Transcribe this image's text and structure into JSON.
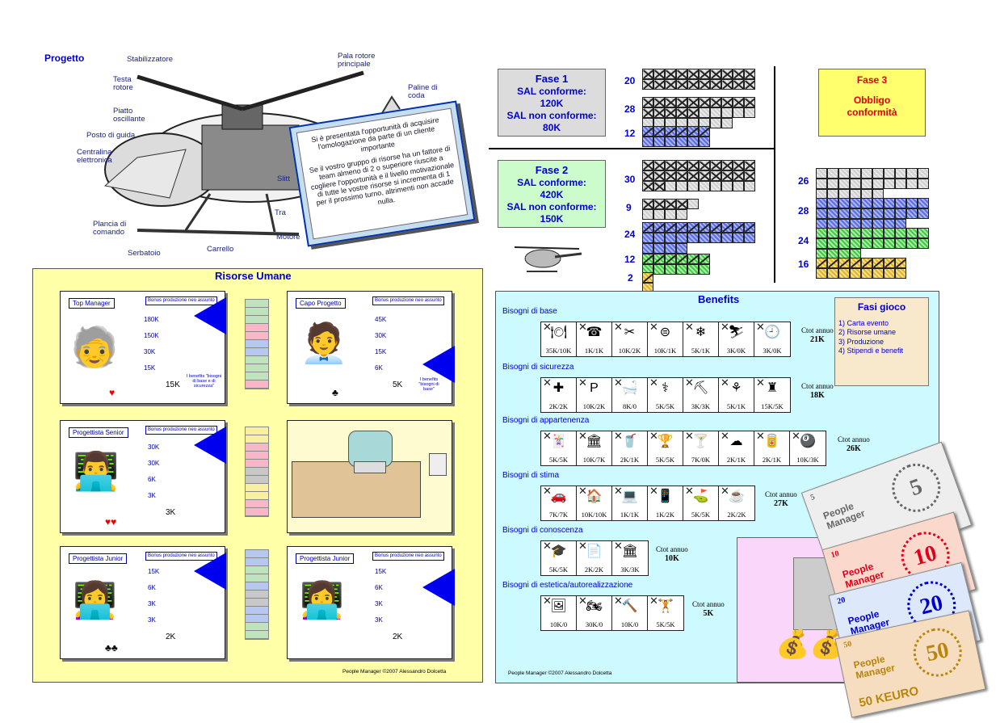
{
  "progetto": {
    "title": "Progetto",
    "labels": {
      "stabilizzatore": "Stabilizzatore",
      "pala": "Pala rotore principale",
      "paline": "Paline di coda",
      "testa": "Testa rotore",
      "piatto": "Piatto oscillante",
      "posto": "Posto di guida",
      "centralina": "Centralina elettronica",
      "plancia": "Plancia di comando",
      "serbatoio": "Serbatoio",
      "carrello": "Carrello",
      "motore": "Motore",
      "slitta": "Slitt",
      "tra": "Tra"
    }
  },
  "event_card": {
    "p1": "Si è presentata l'opportunità di acquisire l'omologazione da parte di un cliente importante",
    "p2": "Se il vostro gruppo di risorse ha un fattore di team almeno di 2 o superiore riuscite a cogliere l'opportunità e il livello motivazionale di tutte le vostre risorse si incrementa di 1 per il prossimo turno, altrimenti non accade nulla."
  },
  "fase1": {
    "title": "Fase 1",
    "l1": "SAL conforme:",
    "v1": "120K",
    "l2": "SAL non conforme:",
    "v2": "80K",
    "nums": [
      "20",
      "28",
      "12"
    ]
  },
  "fase2": {
    "title": "Fase 2",
    "l1": "SAL conforme:",
    "v1": "420K",
    "l2": "SAL non conforme:",
    "v2": "150K",
    "nums": [
      "30",
      "9",
      "24",
      "12",
      "2"
    ]
  },
  "fase3": {
    "title": "Fase 3",
    "l1": "Obbligo",
    "l2": "conformità",
    "nums": [
      "26",
      "28",
      "24",
      "16"
    ]
  },
  "risorse": {
    "title": "Risorse Umane",
    "credit": "People Manager ©2007 Alessandro Dolcetta",
    "bonus": "Bonus produzione neo assunto",
    "cards": [
      {
        "role": "Top Manager",
        "sal": [
          "180K",
          "150K",
          "30K",
          "15K"
        ],
        "total": "15K",
        "hearts": "♥",
        "note": "I benefits \"bisogni di base e di sicurezza\""
      },
      {
        "role": "Capo Progetto",
        "sal": [
          "45K",
          "30K",
          "15K",
          "6K"
        ],
        "total": "5K",
        "hearts": "♣",
        "note": "I benefits \"bisogni di base\""
      },
      {
        "role": "Progettista Senior",
        "sal": [
          "30K",
          "30K",
          "6K",
          "3K"
        ],
        "total": "3K",
        "hearts": "♥♥"
      },
      {
        "role": "Progettista Junior",
        "sal": [
          "15K",
          "6K",
          "3K",
          "3K"
        ],
        "total": "2K",
        "hearts": "♣♣"
      },
      {
        "role": "Progettista Junior",
        "sal": [
          "15K",
          "6K",
          "3K",
          "3K"
        ],
        "total": "2K"
      }
    ]
  },
  "benefits": {
    "title": "Benefits",
    "credit": "People Manager ©2007 Alessandro Dolcetta",
    "ctot_label": "Ctot annuo",
    "cats": [
      {
        "name": "Bisogni di base",
        "costs": [
          "35K/10K",
          "1K/1K",
          "10K/2K",
          "10K/1K",
          "5K/1K",
          "3K/0K",
          "3K/0K"
        ],
        "icons": [
          "🍽",
          "☎",
          "✂",
          "⊜",
          "❄",
          "⛷",
          "🕘"
        ],
        "ctot": "21K"
      },
      {
        "name": "Bisogni di sicurezza",
        "costs": [
          "2K/2K",
          "10K/2K",
          "8K/0",
          "5K/5K",
          "3K/3K",
          "5K/1K",
          "15K/5K"
        ],
        "icons": [
          "✚",
          "P",
          "🛁",
          "⚕",
          "⛏",
          "⚘",
          "♜"
        ],
        "ctot": "18K"
      },
      {
        "name": "Bisogni di appartenenza",
        "costs": [
          "5K/5K",
          "10K/7K",
          "2K/1K",
          "5K/5K",
          "7K/0K",
          "2K/1K",
          "2K/1K",
          "10K/3K"
        ],
        "icons": [
          "🃏",
          "🏛",
          "🥤",
          "🏆",
          "🍸",
          "☁",
          "🥫",
          "🎱"
        ],
        "ctot": "26K"
      },
      {
        "name": "Bisogni di stima",
        "costs": [
          "7K/7K",
          "10K/10K",
          "1K/1K",
          "1K/2K",
          "5K/5K",
          "2K/2K"
        ],
        "icons": [
          "🚗",
          "🏠",
          "💻",
          "📱",
          "⛳",
          "☕"
        ],
        "ctot": "27K"
      },
      {
        "name": "Bisogni di conoscenza",
        "costs": [
          "5K/5K",
          "2K/2K",
          "3K/3K"
        ],
        "icons": [
          "🎓",
          "📄",
          "🏛"
        ],
        "ctot": "10K"
      },
      {
        "name": "Bisogni di estetica/autorealizzazione",
        "costs": [
          "10K/0",
          "30K/0",
          "10K/0",
          "5K/5K"
        ],
        "icons": [
          "🖼",
          "🏍",
          "🔨",
          "🏋"
        ],
        "ctot": "5K"
      }
    ]
  },
  "fasi": {
    "title": "Fasi gioco",
    "items": [
      "1) Carta evento",
      "2) Risorse umane",
      "3) Produzione",
      "4) Stipendi e benefit"
    ]
  },
  "money": [
    {
      "den": "50",
      "name": "People Manager",
      "unit": "KEURO",
      "color": "#f6ddc0",
      "ink": "#b8860b"
    },
    {
      "den": "20",
      "name": "People Manager",
      "unit": "KEURO",
      "color": "#dde8fb",
      "ink": "#0000cc"
    },
    {
      "den": "10",
      "name": "People Manager",
      "unit": "KEURO",
      "color": "#fbd8cc",
      "ink": "#e0001a"
    },
    {
      "den": "5",
      "name": "People Manager",
      "unit": "KEURO",
      "color": "#eeeeee",
      "ink": "#666666"
    }
  ]
}
